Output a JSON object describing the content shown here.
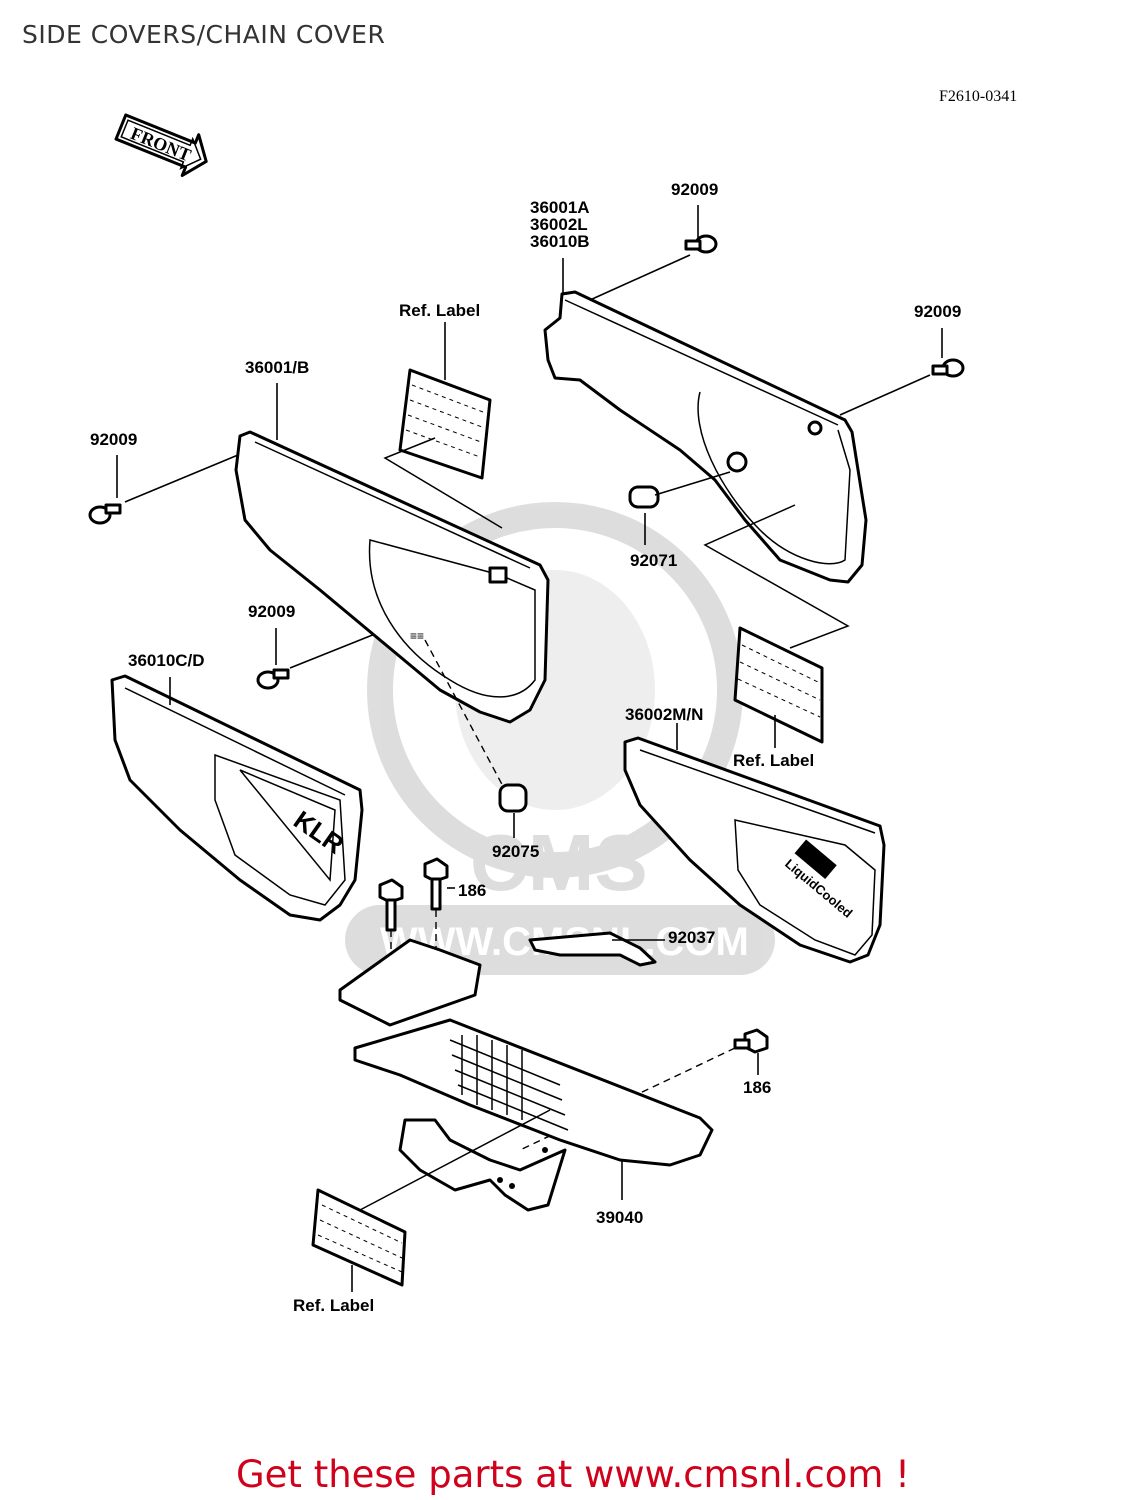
{
  "title": "SIDE COVERS/CHAIN COVER",
  "diagram_code": "F2610-0341",
  "front_arrow_text": "FRONT",
  "watermark": {
    "brand": "CMS",
    "url": "WWW.CMSNL.COM"
  },
  "labels": {
    "l_36001a": "36001A",
    "l_36002l": "36002L",
    "l_36010b": "36010B",
    "l_92009_a": "92009",
    "l_92009_b": "92009",
    "l_92009_c": "92009",
    "l_92009_d": "92009",
    "l_ref_label_a": "Ref. Label",
    "l_ref_label_b": "Ref. Label",
    "l_ref_label_c": "Ref. Label",
    "l_36001b": "36001/B",
    "l_92071": "92071",
    "l_36010cd": "36010C/D",
    "l_36002mn": "36002M/N",
    "l_92075": "92075",
    "l_186_a": "186",
    "l_186_b": "186",
    "l_92037": "92037",
    "l_39040": "39040"
  },
  "decal_text": {
    "klr": "KLR",
    "liquid_cooled": "LiquidCooled"
  },
  "footer": {
    "text": "Get these parts at www.cmsnl.com !",
    "color": "#d0021b"
  }
}
